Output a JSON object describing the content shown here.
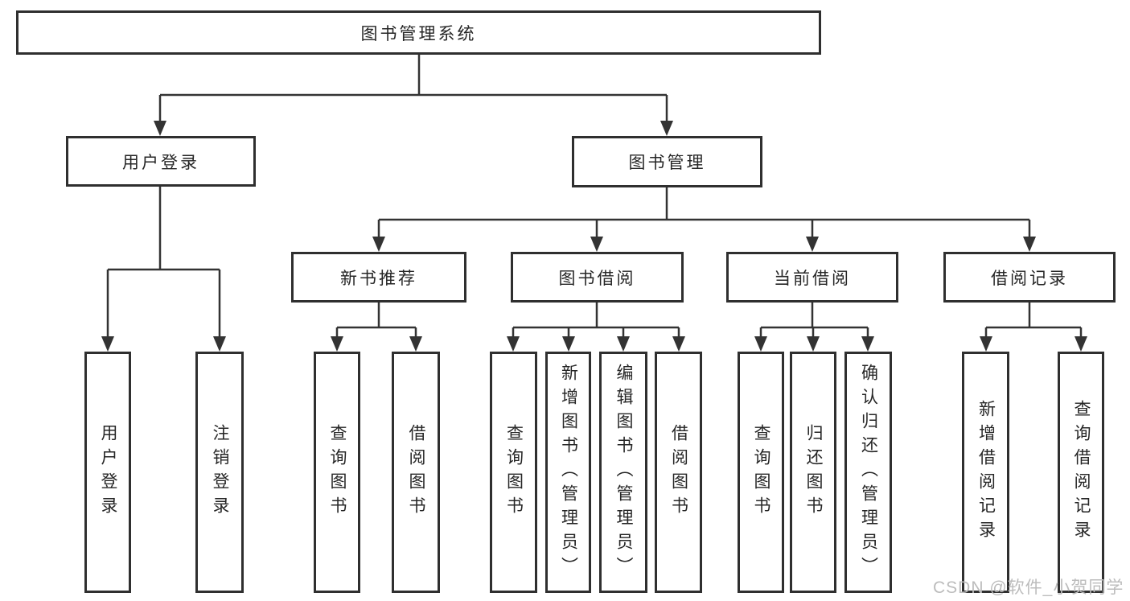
{
  "tree": {
    "label": "图书管理系统",
    "children": [
      {
        "label": "用户登录",
        "children": [
          {
            "label": "用户登录"
          },
          {
            "label": "注销登录"
          }
        ]
      },
      {
        "label": "图书管理",
        "children": [
          {
            "label": "新书推荐",
            "children": [
              {
                "label": "查询图书"
              },
              {
                "label": "借阅图书"
              }
            ]
          },
          {
            "label": "图书借阅",
            "children": [
              {
                "label": "查询图书"
              },
              {
                "label": "新增图书（管理员）"
              },
              {
                "label": "编辑图书（管理员）"
              },
              {
                "label": "借阅图书"
              }
            ]
          },
          {
            "label": "当前借阅",
            "children": [
              {
                "label": "查询图书"
              },
              {
                "label": "归还图书"
              },
              {
                "label": "确认归还（管理员）"
              }
            ]
          },
          {
            "label": "借阅记录",
            "children": [
              {
                "label": "新增借阅记录"
              },
              {
                "label": "查询借阅记录"
              }
            ]
          }
        ]
      }
    ]
  },
  "watermark": {
    "text": "CSDN @软件_小贺同学"
  },
  "colors": {
    "line": "#333333",
    "box_border": "#2f2f2f",
    "text": "#262626",
    "watermark": "#bcbcbc",
    "background": "#ffffff"
  }
}
